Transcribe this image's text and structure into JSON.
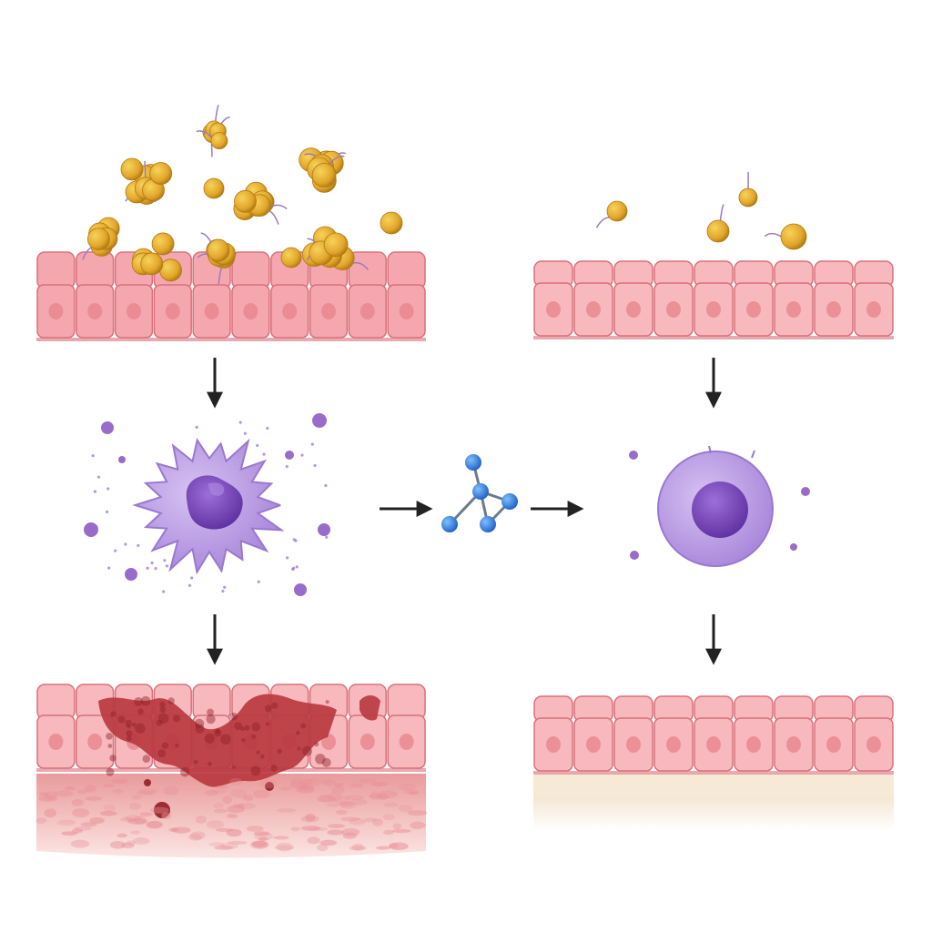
{
  "colors": {
    "background": "#ffffff",
    "epithelium_fill": "#f4a7ae",
    "epithelium_stroke": "#d9707b",
    "nucleus": "#e9868f",
    "healthy_epithelium_fill": "#f7b9bd",
    "bacteria": "#e1a52a",
    "bacteria_dark": "#b07a12",
    "flagella": "#9a7bc4",
    "immune_cell": "#b89be0",
    "immune_nucleus": "#7d4cbf",
    "cytokine_dot": "#9a6cc9",
    "molecule_node": "#2f7de0",
    "molecule_bond": "#6b7b8f",
    "damage": "#b8393f",
    "submucosa": "#f3c6c3",
    "basement_layer": "#f6e9d6",
    "arrow": "#222222"
  },
  "panels": [
    {
      "id": "dysbiosis-epithelium",
      "bacterial_load": "high"
    },
    {
      "id": "balanced-epithelium",
      "bacterial_load": "low"
    },
    {
      "id": "activated-immune-cell",
      "state": "activated"
    },
    {
      "id": "resting-immune-cell",
      "state": "resting"
    },
    {
      "id": "damaged-mucosa",
      "state": "damaged"
    },
    {
      "id": "intact-mucosa",
      "state": "intact"
    }
  ],
  "icons": [
    "bacterium-icon",
    "macrophage-icon",
    "molecule-icon",
    "arrow-down-icon",
    "arrow-right-icon"
  ]
}
